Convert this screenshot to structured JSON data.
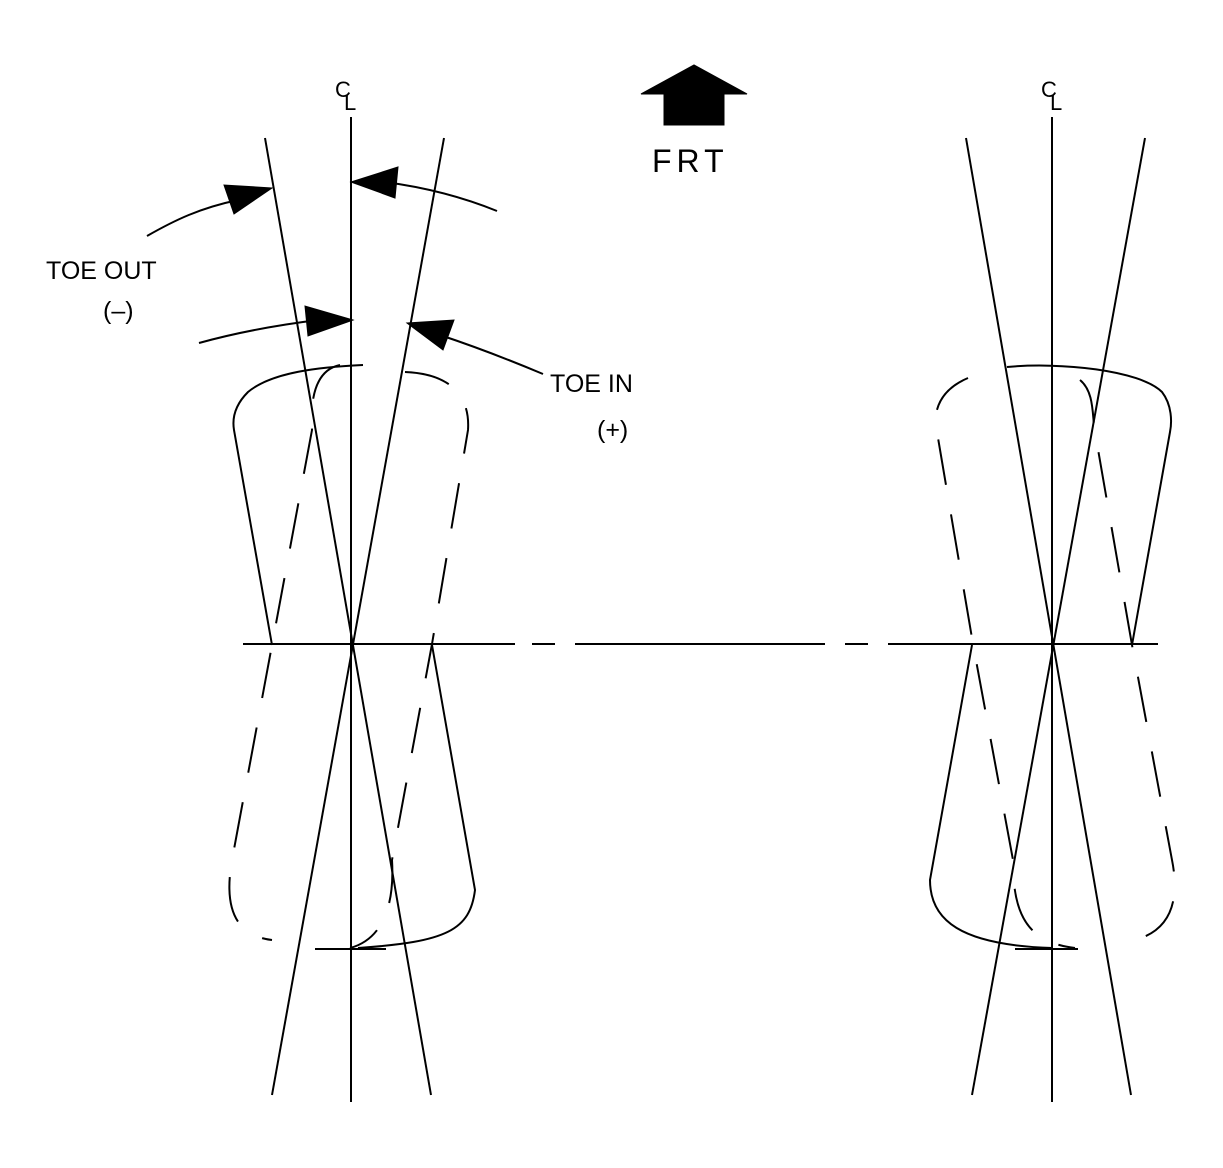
{
  "labels": {
    "toe_out": "TOE OUT",
    "toe_out_sign": "(–)",
    "toe_in": "TOE IN",
    "toe_in_sign": "(+)",
    "front": "FRT",
    "centerline_c": "C",
    "centerline_l": "L"
  },
  "icons": {
    "front_arrow": "up-arrow-icon"
  },
  "colors": {
    "ink": "#000000",
    "background": "#ffffff"
  }
}
